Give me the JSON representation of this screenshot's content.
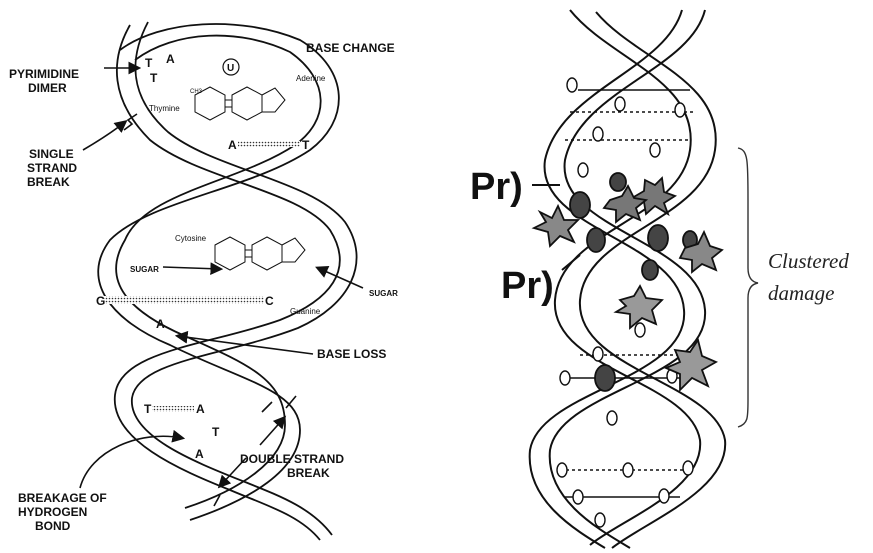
{
  "left_diagram": {
    "labels": {
      "pyrimidine_dimer": [
        "PYRIMIDINE",
        "DIMER"
      ],
      "base_change": "BASE CHANGE",
      "single_strand_break": [
        "SINGLE",
        "STRAND",
        "BREAK"
      ],
      "base_loss": "BASE LOSS",
      "double_strand_break": [
        "DOUBLE STRAND",
        "BREAK"
      ],
      "breakage_of_hydrogen_bond": [
        "BREAKAGE OF",
        "HYDROGEN",
        "BOND"
      ]
    },
    "molecules": {
      "adenine": "Adenine",
      "thymine": "Thymine",
      "cytosine": "Cytosine",
      "guanine": "Guanine",
      "sugar_left": "SUGAR",
      "sugar_right": "SUGAR",
      "methyl": "CH3"
    },
    "bases": {
      "dimer_t1": "T",
      "dimer_a": "A",
      "dimer_t2": "T",
      "uracil": "U",
      "pair1_a": "A",
      "pair1_t": "T",
      "pair2_g": "G",
      "pair2_c": "C",
      "loss_a": "A",
      "pair3_t": "T",
      "pair3_a": "A",
      "hb_t": "T",
      "hb_a": "A"
    }
  },
  "right_diagram": {
    "protein_labels": [
      "Pr)",
      "Pr)"
    ],
    "bracket_label": [
      "Clustered",
      "damage"
    ]
  }
}
